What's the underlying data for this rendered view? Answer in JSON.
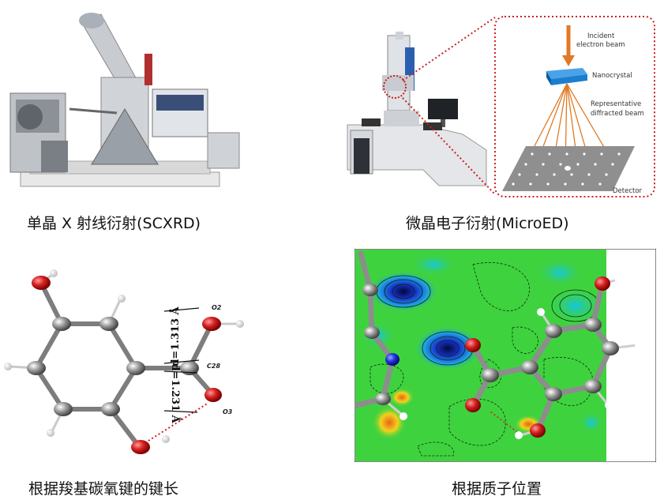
{
  "captions": {
    "scxrd": "单晶 X 射线衍射(SCXRD)",
    "microed": "微晶电子衍射(MicroED)",
    "bond_length": "根据羧基碳氧键的键长",
    "proton_position": "根据质子位置"
  },
  "microed_schematic": {
    "incident_beam": [
      "Incident",
      "electron beam"
    ],
    "nanocrystal": "Nanocrystal",
    "diffracted_beam": [
      "Representative",
      "diffracted beam"
    ],
    "detector": "Detector"
  },
  "molecule_labels": {
    "o2": "O2",
    "c28": "C28",
    "o3": "O3",
    "bond_upper": "d=1.313 Å",
    "bond_lower": "d=1.231 Å"
  },
  "colors": {
    "dotted_frame": "#cc1f1f",
    "beam": "#e07a25",
    "crystal": "#1a7fd0",
    "oxygen": "#d41f1f",
    "nitrogen": "#2233dd",
    "map_green": "#3fd23f"
  }
}
